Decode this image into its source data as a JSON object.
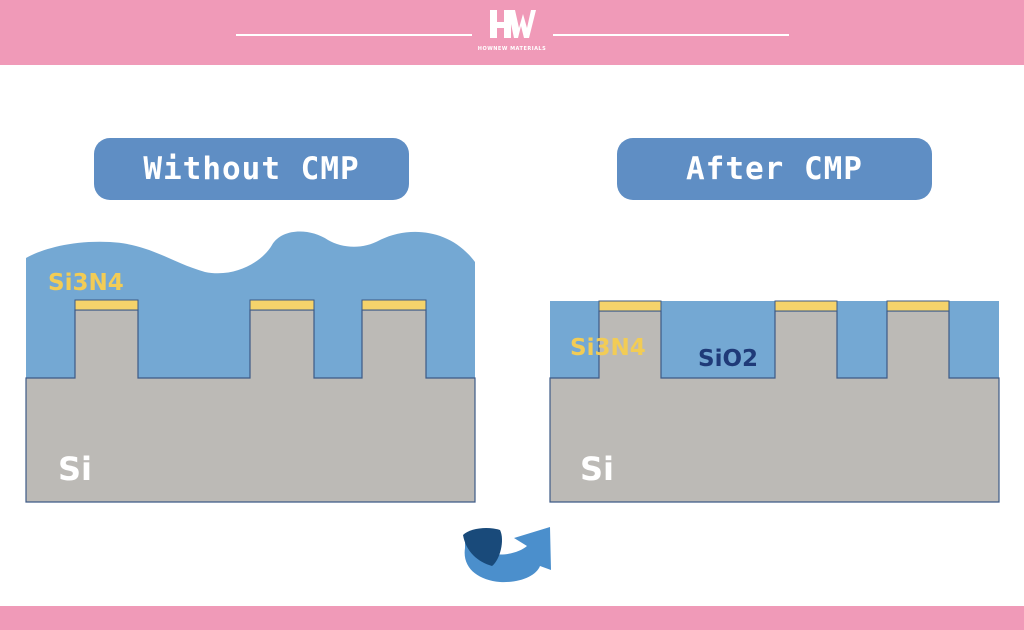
{
  "header": {
    "logo_mark": "HW",
    "logo_subtext": "HOWNEW MATERIALS"
  },
  "panels": {
    "left": {
      "title": "Without CMP",
      "label_nitride": "Si3N4",
      "label_substrate": "Si"
    },
    "right": {
      "title": "After CMP",
      "label_nitride": "Si3N4",
      "label_oxide": "SiO2",
      "label_substrate": "Si"
    }
  },
  "colors": {
    "band": "#f09ab8",
    "pill": "#5f8ec4",
    "oxide": "#74a8d3",
    "substrate": "#bcbab6",
    "nitride": "#f5d36b",
    "nitride_label": "#f2cc55",
    "oxide_label": "#1f3a78",
    "arrow_light": "#4b8fcc",
    "arrow_dark": "#194a7a"
  },
  "icons": {
    "logo": "hw-logo-icon",
    "process_arrow": "curved-arrow-icon"
  }
}
